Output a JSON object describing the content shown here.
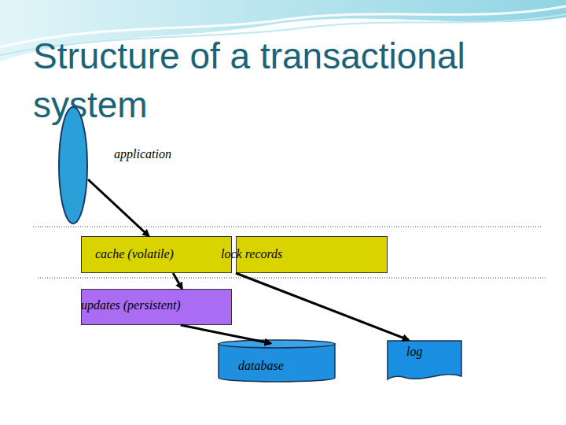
{
  "diagram": {
    "title": "Structure of a transactional system",
    "nodes": [
      {
        "text": [
          "application"
        ]
      },
      {
        "text": [
          "cache (volatile)"
        ]
      },
      {
        "text": [
          "lock records"
        ]
      },
      {
        "text": [
          "updates (persistent)"
        ]
      },
      {
        "text": [
          "database"
        ]
      },
      {
        "text": [
          "log"
        ]
      }
    ],
    "edges": [
      {
        "from": 0,
        "to": 1,
        "arrow": "to"
      },
      {
        "from": 1,
        "to": 3,
        "arrow": "to"
      },
      {
        "from": 3,
        "to": 4,
        "arrow": "to"
      },
      {
        "from": 2,
        "to": 5,
        "arrow": "to"
      }
    ]
  }
}
